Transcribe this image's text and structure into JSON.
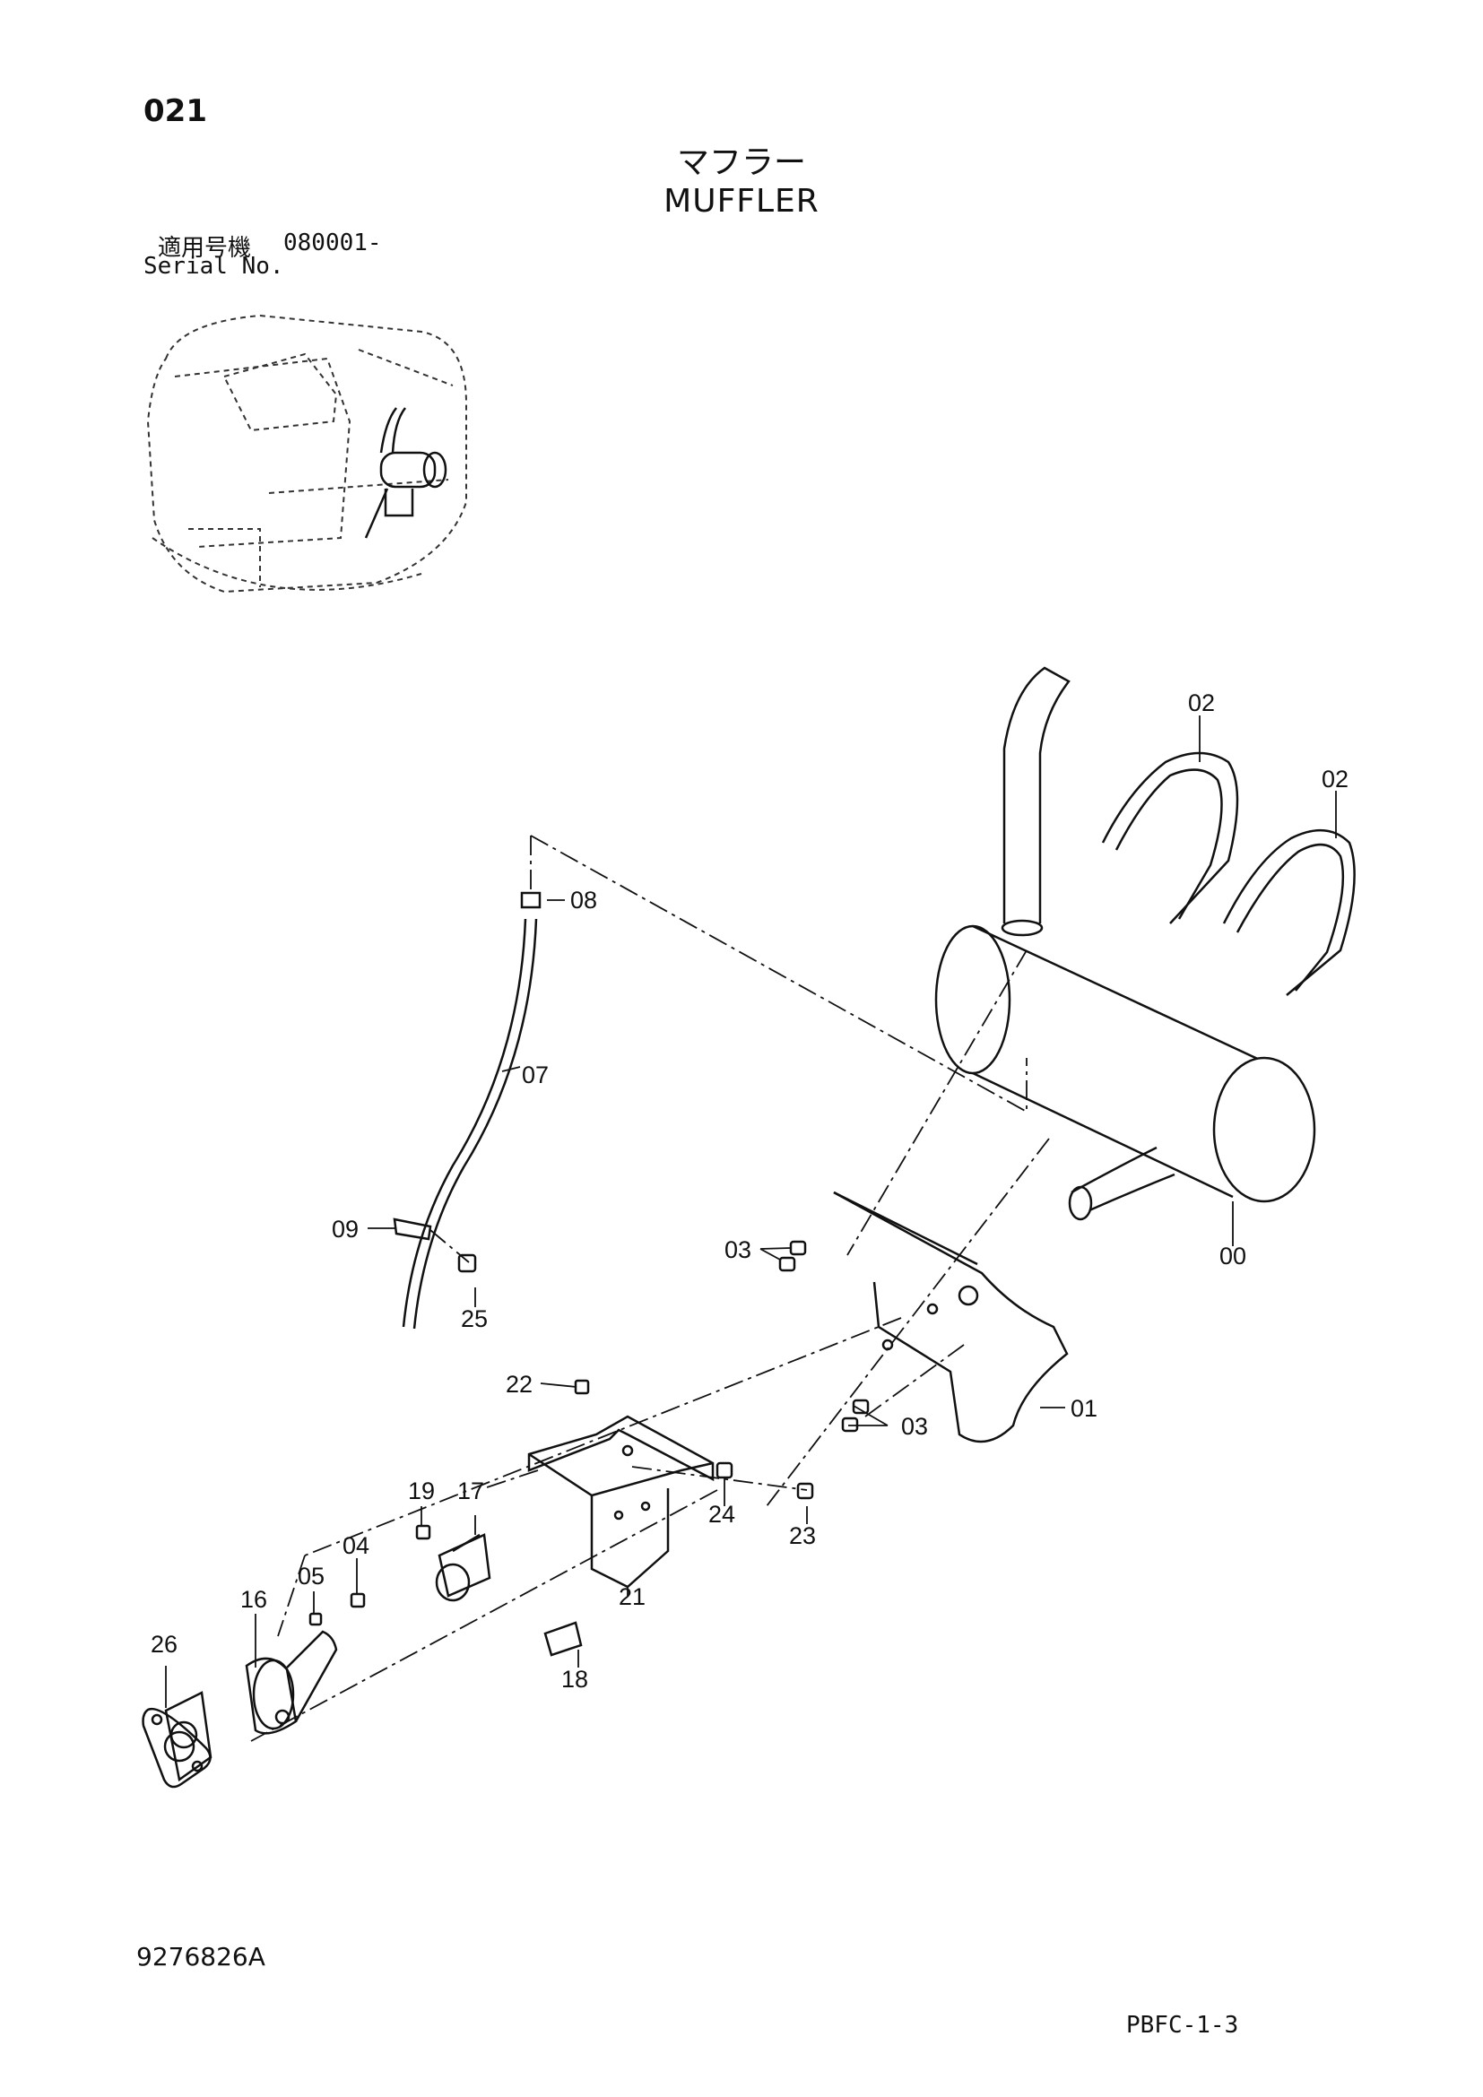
{
  "header": {
    "page_number": "021",
    "title_jp": "マフラー",
    "title_en": "MUFFLER",
    "serial_label_jp": "適用号機",
    "serial_range": "080001-",
    "serial_label_en": "Serial No."
  },
  "callouts": {
    "c00": "00",
    "c01": "01",
    "c02a": "02",
    "c02b": "02",
    "c03a": "03",
    "c03b": "03",
    "c04": "04",
    "c05": "05",
    "c07": "07",
    "c08": "08",
    "c09": "09",
    "c16": "16",
    "c17": "17",
    "c18": "18",
    "c19": "19",
    "c21": "21",
    "c22": "22",
    "c23": "23",
    "c24": "24",
    "c25": "25",
    "c26": "26"
  },
  "footer": {
    "doc_code": "9276826A",
    "page_ref": "PBFC-1-3"
  }
}
